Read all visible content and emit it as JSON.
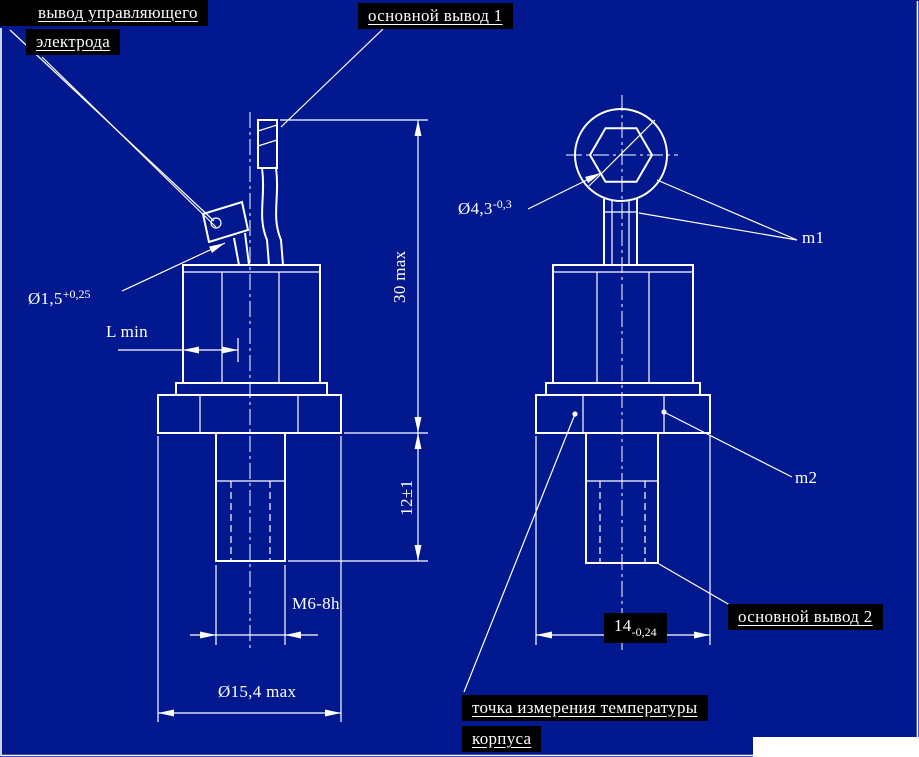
{
  "colors": {
    "background": "#02188e",
    "ink": "#ffffff",
    "label_backdrop": "#000000",
    "title_block_patch": "#ffffff"
  },
  "labels": {
    "gate_lead_line1": "вывод управляющего",
    "gate_lead_line2": "электрода",
    "main_terminal_1": "основной вывод 1",
    "main_terminal_2": "основной вывод 2",
    "temp_point_line1": "точка измерения температуры",
    "temp_point_line2": "корпуса",
    "point_m1": "m1",
    "point_m2": "m2"
  },
  "dims": {
    "gate_lead_dia": "Ø1,5",
    "gate_lead_dia_tol": "+0,25",
    "l_min": "L min",
    "overall_height": "30 max",
    "stud_length": "12±1",
    "thread": "M6-8h",
    "hex_corner_dia": "Ø15,4 max",
    "hole_dia": "Ø4,3",
    "hole_dia_tol": "-0,3",
    "across_flats": "14",
    "across_flats_tol": "-0,24"
  }
}
